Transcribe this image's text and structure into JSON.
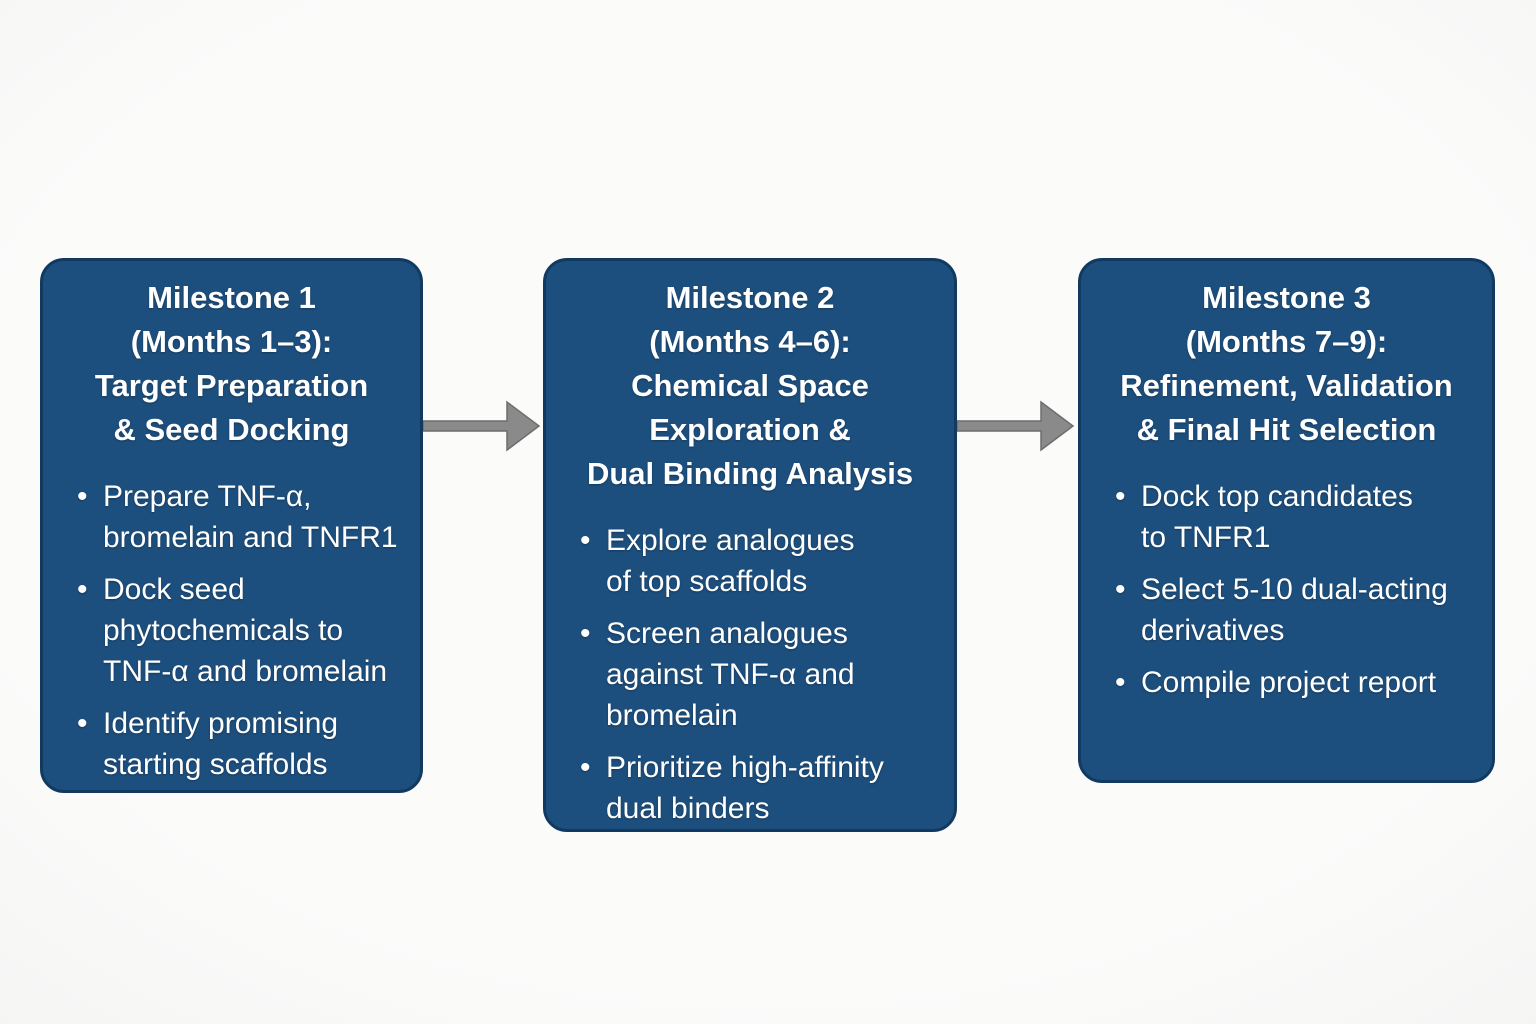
{
  "diagram": {
    "milestones": [
      {
        "title": "Milestone 1\n(Months 1–3):\nTarget Preparation\n& Seed Docking",
        "bullets": [
          "Prepare TNF-α,\nbromelain and TNFR1",
          "Dock seed\nphytochemicals to\nTNF-α and bromelain",
          "Identify promising\nstarting scaffolds"
        ]
      },
      {
        "title": "Milestone 2\n(Months 4–6):\nChemical Space\nExploration &\nDual Binding Analysis",
        "bullets": [
          "Explore analogues\nof top scaffolds",
          "Screen analogues\nagainst TNF-α and\nbromelain",
          "Prioritize high-affinity\ndual binders"
        ]
      },
      {
        "title": "Milestone 3\n(Months 7–9):\nRefinement, Validation\n& Final Hit Selection",
        "bullets": [
          "Dock top candidates\nto TNFR1",
          "Select 5-10 dual-acting\nderivatives",
          "Compile project report"
        ]
      }
    ],
    "colors": {
      "box_fill": "#1d4f7e",
      "box_border": "#123a61",
      "arrow_fill": "#8a8a8a",
      "arrow_border": "#6d6d6d",
      "text": "#ffffff",
      "background": "#f5f5f4"
    }
  }
}
